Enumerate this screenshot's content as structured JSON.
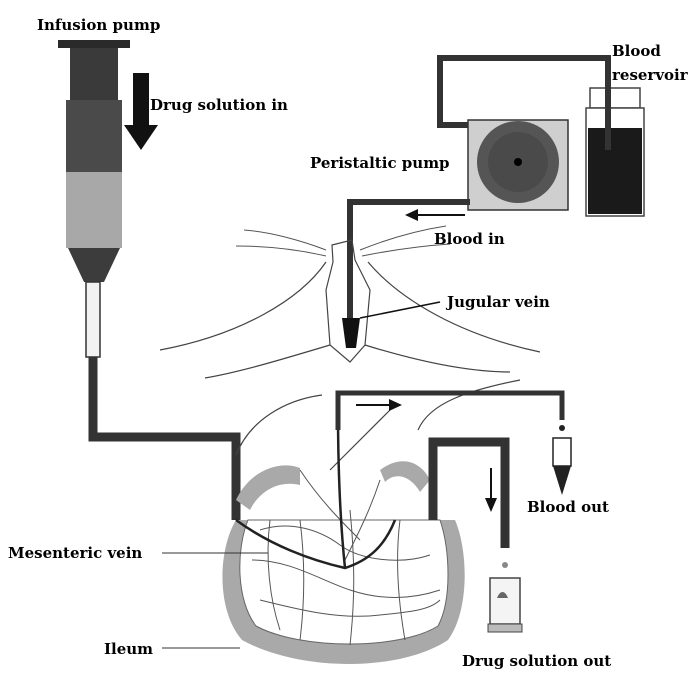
{
  "labels": {
    "infusion_pump": "Infusion pump",
    "drug_solution_in": "Drug solution in",
    "peristaltic_pump": "Peristaltic pump",
    "blood_reservoir_line1": "Blood",
    "blood_reservoir_line2": "reservoir",
    "blood_in": "Blood in",
    "jugular_vein": "Jugular vein",
    "blood_out": "Blood out",
    "mesenteric_vein": "Mesenteric vein",
    "ileum": "Ileum",
    "drug_solution_out": "Drug solution out"
  },
  "colors": {
    "tube": "#333333",
    "ileum_band": "#a9a9a9",
    "pump_fill": "#5a5a5a",
    "blood": "#1a1a1a"
  }
}
